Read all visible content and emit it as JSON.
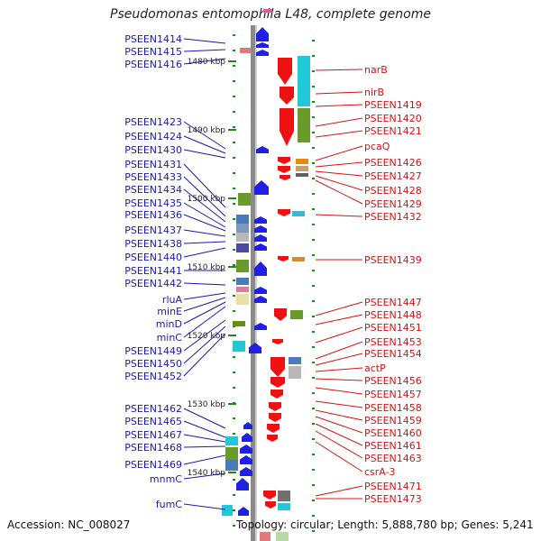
{
  "title": "Pseudomonas entomophila L48, complete genome",
  "footer": {
    "accession": "Accession: NC_008027",
    "topology": "Topology: circular; Length: 5,888,780 bp; Genes: 5,241"
  },
  "ticks": [
    "1480 kbp",
    "1490 kbp",
    "1500 kbp",
    "1510 kbp",
    "1520 kbp",
    "1530 kbp",
    "1540 kbp"
  ],
  "left_genes": [
    "PSEEN1414",
    "PSEEN1415",
    "PSEEN1416",
    "PSEEN1423",
    "PSEEN1424",
    "PSEEN1430",
    "PSEEN1431",
    "PSEEN1433",
    "PSEEN1434",
    "PSEEN1435",
    "PSEEN1436",
    "PSEEN1437",
    "PSEEN1438",
    "PSEEN1440",
    "PSEEN1441",
    "PSEEN1442",
    "rluA",
    "minE",
    "minD",
    "minC",
    "PSEEN1449",
    "PSEEN1450",
    "PSEEN1452",
    "PSEEN1462",
    "PSEEN1465",
    "PSEEN1467",
    "PSEEN1468",
    "PSEEN1469",
    "mnmC",
    "fumC"
  ],
  "right_genes": [
    "narB",
    "nirB",
    "PSEEN1419",
    "PSEEN1420",
    "PSEEN1421",
    "pcaQ",
    "PSEEN1426",
    "PSEEN1427",
    "PSEEN1428",
    "PSEEN1429",
    "PSEEN1432",
    "PSEEN1439",
    "PSEEN1447",
    "PSEEN1448",
    "PSEEN1451",
    "PSEEN1453",
    "PSEEN1454",
    "actP",
    "PSEEN1456",
    "PSEEN1457",
    "PSEEN1458",
    "PSEEN1459",
    "PSEEN1460",
    "PSEEN1461",
    "PSEEN1463",
    "csrA-3",
    "PSEEN1471",
    "PSEEN1473"
  ],
  "colors": {
    "left_label": "#1a1aa8",
    "right_label": "#d41414",
    "forward_strand": "#1f1fe6",
    "reverse_strand": "#ee1111",
    "backbone": "#8a8a8a",
    "tick": "#1d8a1d"
  }
}
